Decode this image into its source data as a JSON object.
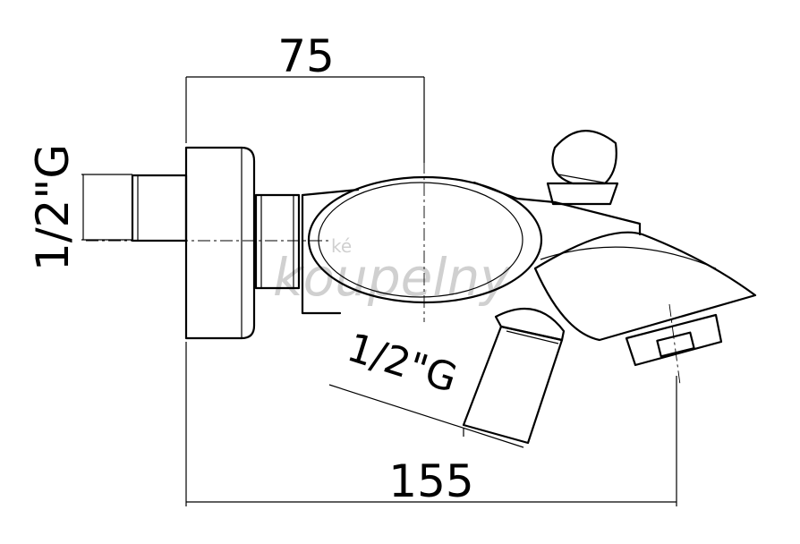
{
  "drawing": {
    "dim_top": "75",
    "dim_bottom": "155",
    "dim_left_thread": "1/2\"G",
    "dim_inlet_thread": "1/2\"G"
  },
  "watermark": {
    "line1": "ké",
    "line2": "koupelny"
  }
}
